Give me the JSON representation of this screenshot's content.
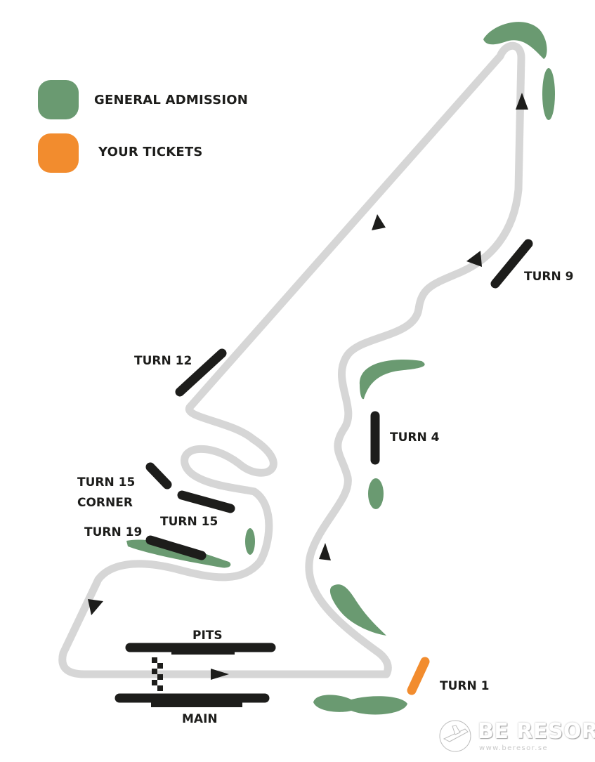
{
  "legend": {
    "items": [
      {
        "label": "GENERAL ADMISSION",
        "color": "#6a9a71"
      },
      {
        "label": "YOUR TICKETS",
        "color": "#f28c2e"
      }
    ]
  },
  "colors": {
    "track": "#d6d6d6",
    "grandstand": "#1d1d1b",
    "general_admission": "#6a9a71",
    "your_tickets": "#f28c2e"
  },
  "labels": {
    "turn1": "TURN 1",
    "turn4": "TURN 4",
    "turn9": "TURN 9",
    "turn12": "TURN 12",
    "turn15_corner_line1": "TURN 15",
    "turn15_corner_line2": "CORNER",
    "turn15": "TURN 15",
    "turn19": "TURN 19",
    "pits": "PITS",
    "main": "MAIN"
  },
  "brand": {
    "name": "BE RESOR",
    "url": "www.beresor.se"
  }
}
